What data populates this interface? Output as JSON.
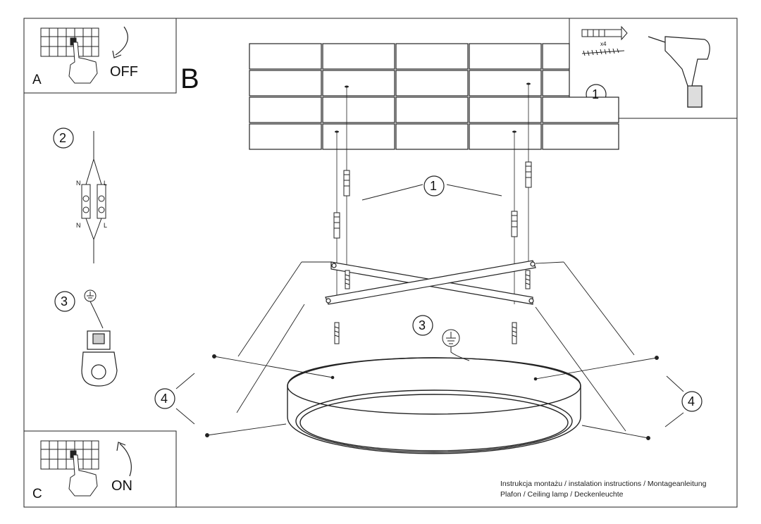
{
  "panels": {
    "a": {
      "letter": "A",
      "label": "OFF"
    },
    "c": {
      "letter": "C",
      "label": "ON"
    },
    "b": {
      "letter": "B"
    }
  },
  "steps": {
    "one": "1",
    "two": "2",
    "three": "3",
    "four": "4"
  },
  "wiring": {
    "n": "N",
    "l": "L"
  },
  "tools": {
    "qty": "x4"
  },
  "footer": {
    "line1": "Instrukcja montażu / instalation instructions / Montageanleitung",
    "line2": "Plafon / Ceiling lamp / Deckenleuchte"
  }
}
